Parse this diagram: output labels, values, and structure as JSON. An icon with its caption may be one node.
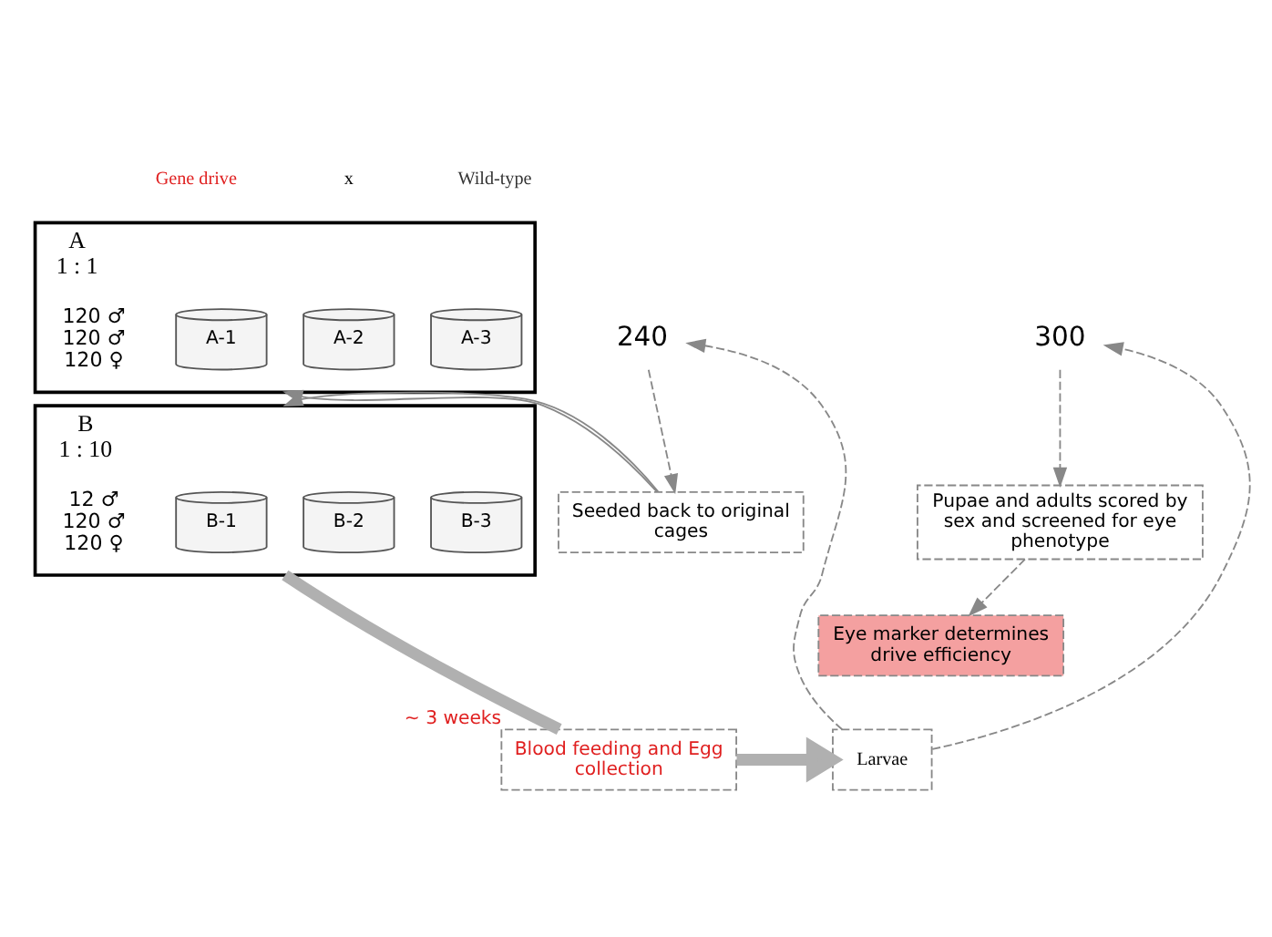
{
  "diagram": {
    "nodes": [
      {
        "text": [
          "Gene drive"
        ]
      },
      {
        "text": [
          "Wild-type"
        ]
      },
      {
        "text": [
          "A",
          "1 : 1"
        ]
      },
      {
        "text": [
          "A-1"
        ],
        "in": 2
      },
      {
        "text": [
          "A-2"
        ],
        "in": 2
      },
      {
        "text": [
          "A-3"
        ],
        "in": 2
      },
      {
        "text": [
          "B",
          "1 : 10"
        ]
      },
      {
        "text": [
          "B-1"
        ],
        "in": 6
      },
      {
        "text": [
          "B-2"
        ],
        "in": 6
      },
      {
        "text": [
          "B-3"
        ],
        "in": 6
      },
      {
        "text": [
          "240"
        ]
      },
      {
        "text": [
          "300"
        ]
      },
      {
        "text": [
          "Seeded back to original cages"
        ]
      },
      {
        "text": [
          "Pupae and adults scored by sex and screened for eye phenotype"
        ]
      },
      {
        "text": [
          "Eye marker determines drive efficiency"
        ]
      },
      {
        "text": [
          "Blood feeding and Egg collection"
        ],
        "beside": [
          "~ 3 weeks"
        ]
      },
      {
        "text": [
          "Larvae"
        ]
      }
    ],
    "edges": [
      {
        "from": 16,
        "to": 10,
        "arrow": "to",
        "style": "dashed"
      },
      {
        "from": 16,
        "to": 11,
        "arrow": "to",
        "style": "dashed"
      },
      {
        "from": 10,
        "to": 12,
        "arrow": "to",
        "style": "dashed"
      },
      {
        "from": 11,
        "to": 13,
        "arrow": "to",
        "style": "dashed"
      },
      {
        "from": 13,
        "to": 14,
        "arrow": "to",
        "style": "dashed"
      },
      {
        "from": 12,
        "to": 2,
        "arrow": "to"
      },
      {
        "from": 12,
        "to": 6,
        "arrow": "to"
      },
      {
        "from": 6,
        "to": 15,
        "arrow": "none",
        "style": "thick"
      },
      {
        "from": 15,
        "to": 16,
        "arrow": "to",
        "style": "thick"
      }
    ],
    "labels": [
      "x",
      "120 ♂",
      "120 ♂",
      "120 ♀",
      "12 ♂",
      "120 ♂",
      "120 ♀"
    ]
  }
}
